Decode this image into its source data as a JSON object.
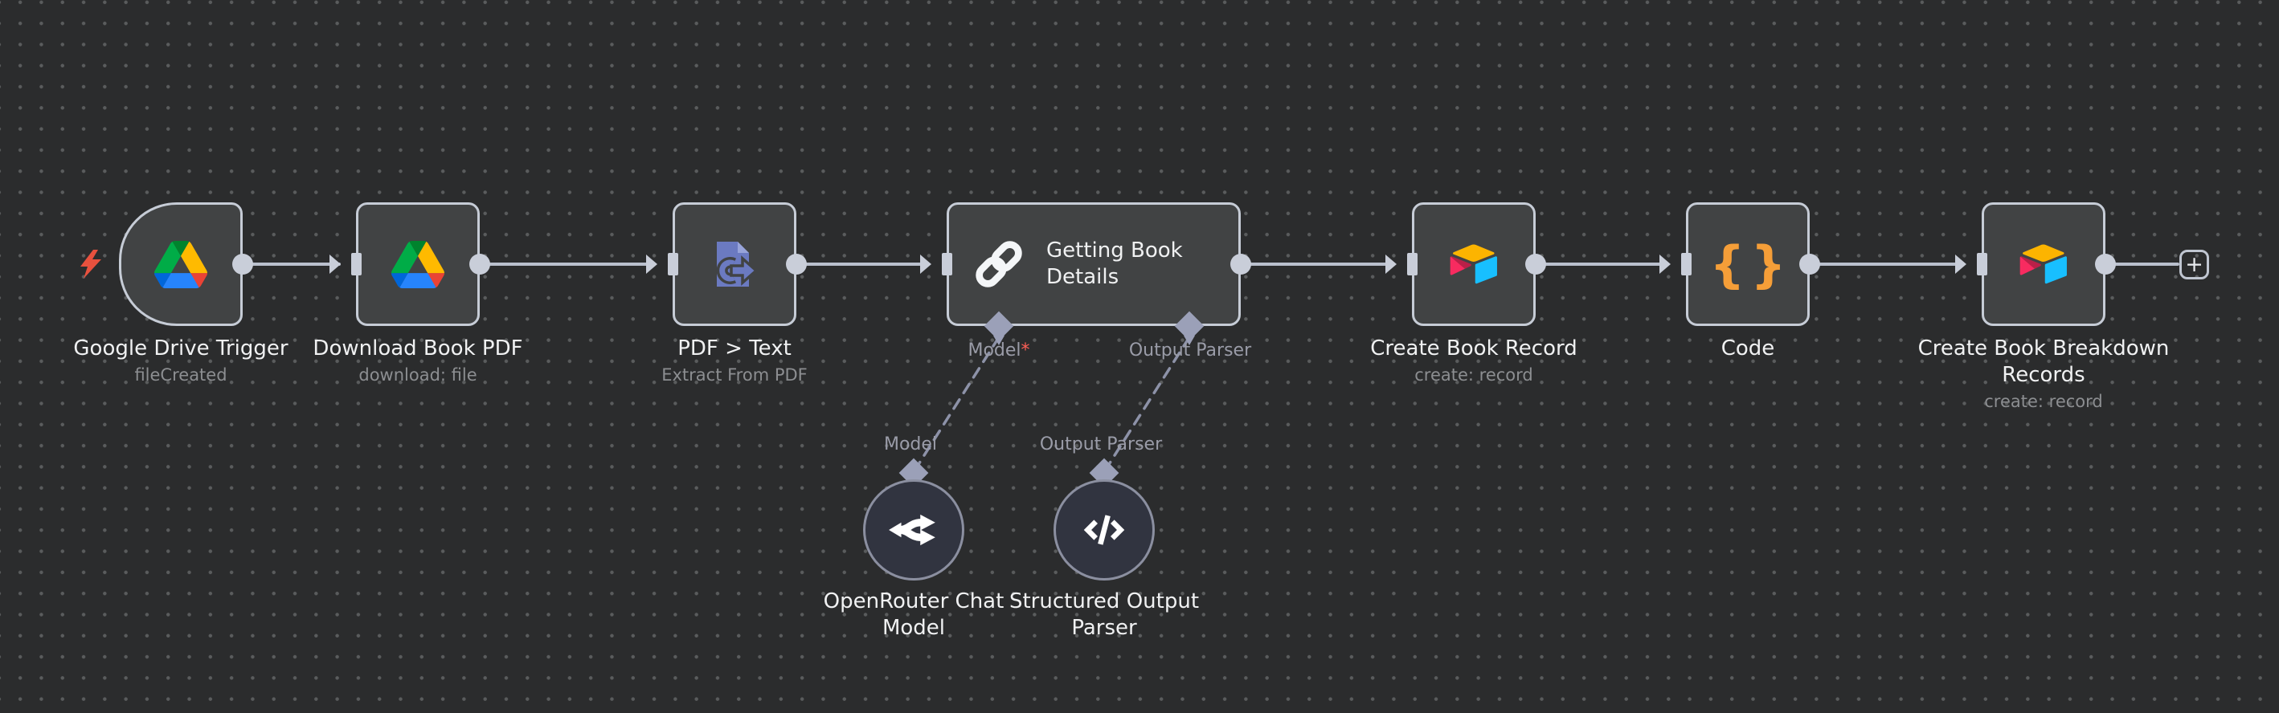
{
  "workflow": {
    "nodes": [
      {
        "id": "google-drive-trigger",
        "label": "Google Drive Trigger",
        "subtitle": "fileCreated",
        "icon": "google-drive-icon",
        "kind": "trigger"
      },
      {
        "id": "download-book-pdf",
        "label": "Download Book PDF",
        "subtitle": "download: file",
        "icon": "google-drive-icon",
        "kind": "action"
      },
      {
        "id": "pdf-to-text",
        "label": "PDF > Text",
        "subtitle": "Extract From PDF",
        "icon": "extract-from-file-icon",
        "kind": "action"
      },
      {
        "id": "getting-book-details",
        "label": "Getting Book Details",
        "icon": "chain-link-icon",
        "kind": "ai-agent",
        "ports": [
          {
            "label": "Model",
            "required": "*"
          },
          {
            "label": "Output Parser",
            "required": ""
          }
        ]
      },
      {
        "id": "create-book-record",
        "label": "Create Book Record",
        "subtitle": "create: record",
        "icon": "airtable-icon",
        "kind": "action"
      },
      {
        "id": "code",
        "label": "Code",
        "icon": "code-braces-icon",
        "icon_glyph": "{}",
        "kind": "action"
      },
      {
        "id": "create-book-breakdown-records",
        "label": "Create Book Breakdown Records",
        "subtitle": "create: record",
        "icon": "airtable-icon",
        "kind": "action"
      }
    ],
    "sub_nodes": [
      {
        "id": "openrouter-chat-model",
        "label": "OpenRouter Chat Model",
        "port_label": "Model",
        "icon": "openrouter-icon"
      },
      {
        "id": "structured-output-parser",
        "label": "Structured Output Parser",
        "port_label": "Output Parser",
        "icon": "code-tag-icon"
      }
    ],
    "add_node_button_label": "+"
  },
  "colors": {
    "canvas_bg": "#2b2c2d",
    "grid_dot": "#5a5c5d",
    "node_fill": "#414344",
    "node_border": "#c6ccd6",
    "connection": "#bac0cd",
    "port_diamond": "#9ba0b8",
    "node_label": "#f0f1f2",
    "node_subtitle": "#8c8e91",
    "port_label": "#9a9ca8",
    "required_asterisk": "#ff5f57",
    "trigger_bolt": "#e8513e",
    "code_braces": "#f59e38",
    "pdf_icon_blue": "#6b7ac1",
    "sub_node_fill": "#313440",
    "sub_node_border": "#8b8fa0"
  }
}
